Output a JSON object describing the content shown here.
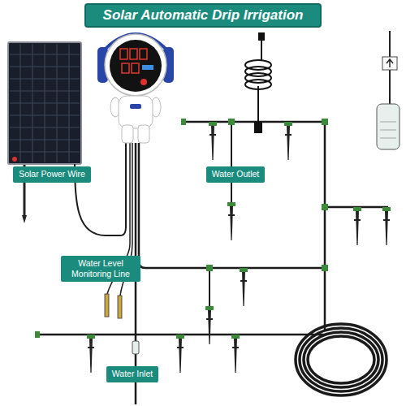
{
  "diagram": {
    "title": "Solar Automatic Drip Irrigation",
    "nodes": [
      {
        "text": [
          "Solar Power Wire"
        ]
      },
      {
        "text": [
          "Water Outlet"
        ]
      },
      {
        "text": [
          "Water Level Monitoring Line"
        ]
      },
      {
        "text": [
          "Water Inlet"
        ]
      }
    ]
  }
}
